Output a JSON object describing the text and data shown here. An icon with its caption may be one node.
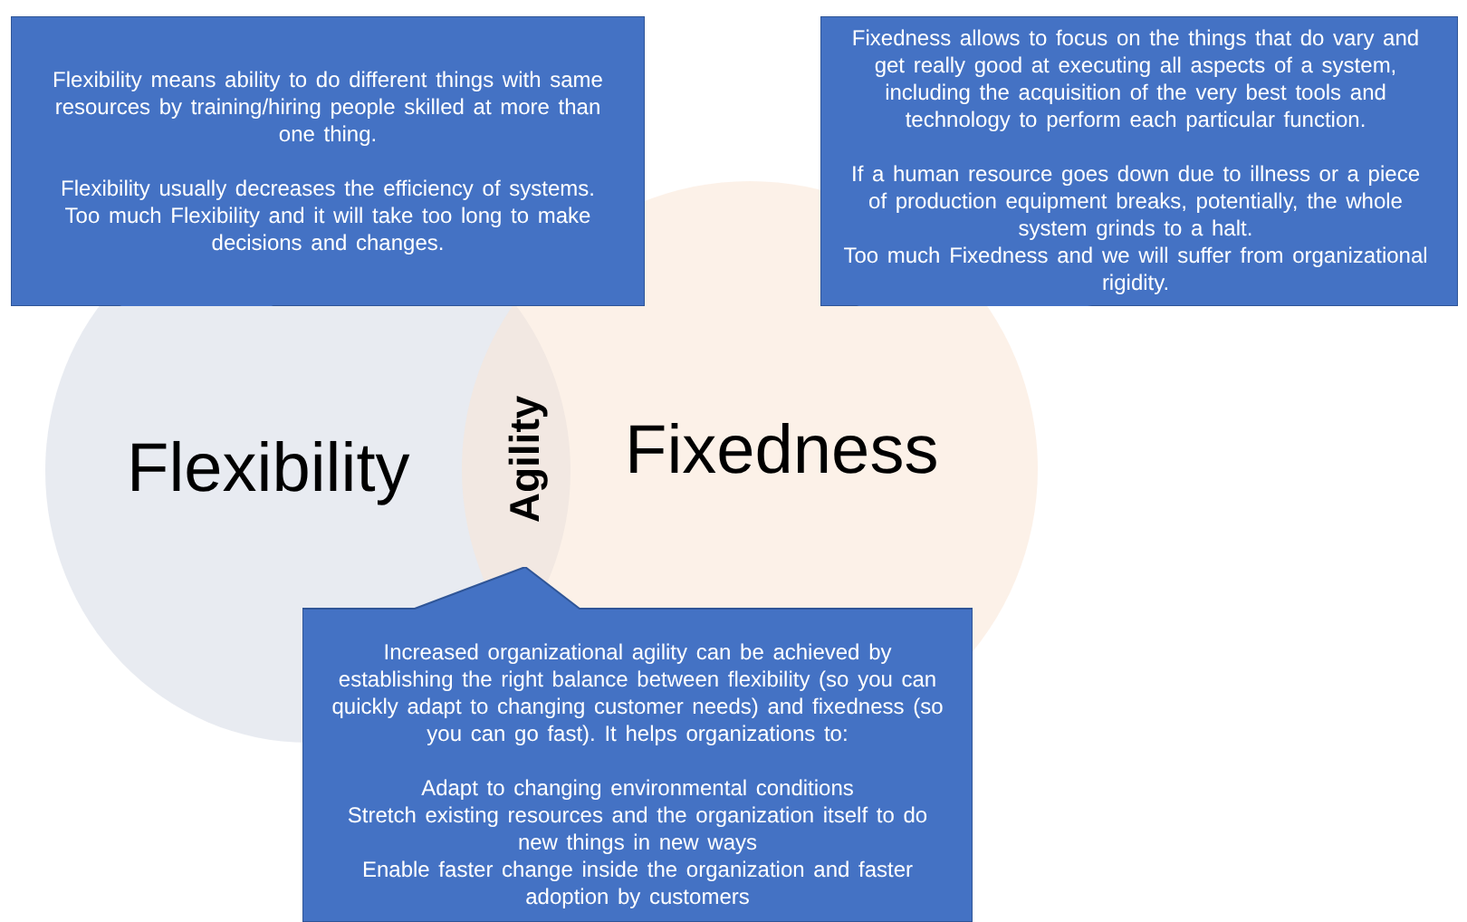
{
  "diagram": {
    "nodes": [
      {
        "text": [
          "Flexibility"
        ]
      },
      {
        "text": [
          "Fixedness"
        ]
      },
      {
        "text": [
          "Flexibility means ability to do different things with same resources by training/hiring people skilled at more than one thing.",
          "Flexibility usually decreases the efficiency of systems. Too much Flexibility and it will take too long to make decisions and changes."
        ]
      },
      {
        "text": [
          "Fixedness allows to focus on the things that do vary and get really good at executing all aspects of a system, including the acquisition of the very best tools and technology to perform each particular function.",
          "If a human resource goes down due to illness or a piece of production equipment breaks, potentially, the whole system grinds to a halt.",
          "Too much Fixedness and we will suffer from organizational rigidity."
        ]
      },
      {
        "text": [
          "Increased organizational agility can be achieved by establishing the right balance between flexibility (so you can quickly adapt to changing customer needs) and fixedness (so you can go fast). It helps organizations to:",
          "Adapt to changing environmental conditions",
          "Stretch existing resources and the organization itself to do new things in new ways",
          "Enable faster change inside the organization and faster adoption by customers"
        ]
      }
    ],
    "labels": [
      "Agility"
    ]
  }
}
